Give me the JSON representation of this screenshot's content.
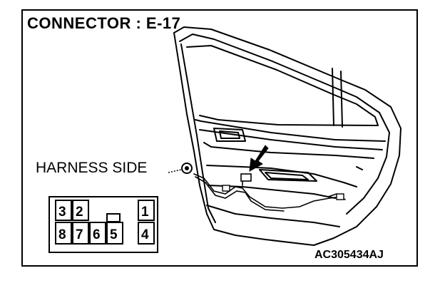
{
  "diagram": {
    "title": "CONNECTOR : E-17",
    "harness_label": "HARNESS SIDE",
    "figure_code": "AC305434AJ",
    "connector": {
      "top_row_pins": [
        "3",
        "2",
        "1"
      ],
      "bottom_row_pins": [
        "8",
        "7",
        "6",
        "5",
        "4"
      ]
    }
  }
}
